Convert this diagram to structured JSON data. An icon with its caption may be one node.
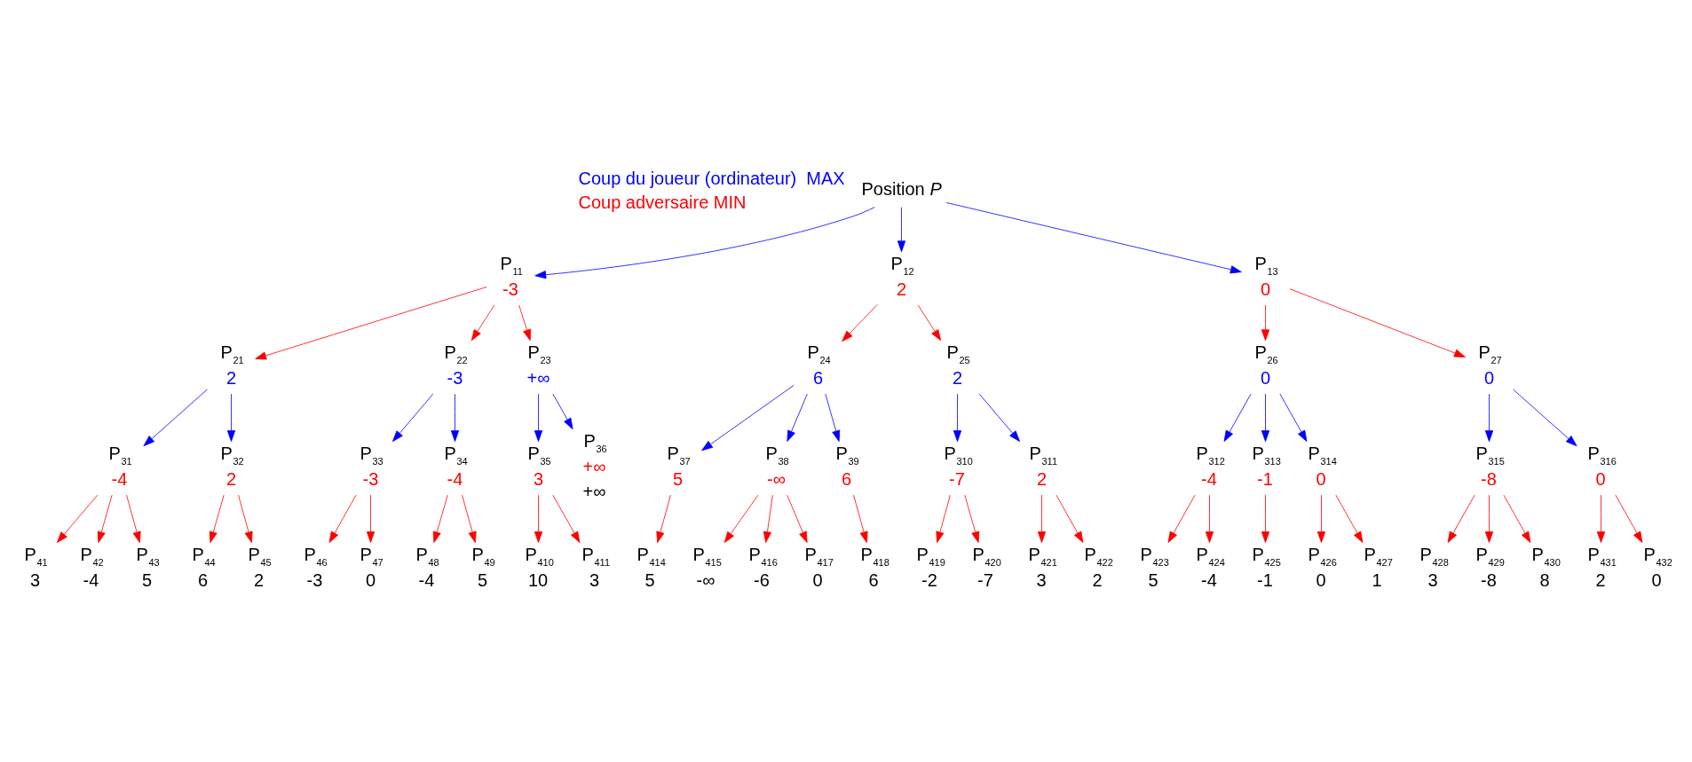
{
  "diagram": {
    "nodes": [
      {
        "text": [
          "Position *P*"
        ]
      },
      {
        "text": [
          "P$_{11}$",
          "-3"
        ]
      },
      {
        "text": [
          "P$_{12}$",
          "2"
        ]
      },
      {
        "text": [
          "P$_{13}$",
          "0"
        ]
      },
      {
        "text": [
          "P$_{21}$",
          "2"
        ]
      },
      {
        "text": [
          "P$_{22}$",
          "-3"
        ]
      },
      {
        "text": [
          "P$_{23}$",
          "+∞"
        ]
      },
      {
        "text": [
          "P$_{24}$",
          "6"
        ]
      },
      {
        "text": [
          "P$_{25}$",
          "2"
        ]
      },
      {
        "text": [
          "P$_{26}$",
          "0"
        ]
      },
      {
        "text": [
          "P$_{27}$",
          "0"
        ]
      },
      {
        "text": [
          "P$_{31}$",
          "-4"
        ]
      },
      {
        "text": [
          "P$_{32}$",
          "2"
        ]
      },
      {
        "text": [
          "P$_{33}$",
          "-3"
        ]
      },
      {
        "text": [
          "P$_{34}$",
          "-4"
        ]
      },
      {
        "text": [
          "P$_{35}$",
          "3"
        ]
      },
      {
        "text": [
          "P$_{36}$",
          "+∞"
        ],
        "beside": [
          "+∞"
        ]
      },
      {
        "text": [
          "P$_{37}$",
          "5"
        ]
      },
      {
        "text": [
          "P$_{38}$",
          "-∞"
        ]
      },
      {
        "text": [
          "P$_{39}$",
          "6"
        ]
      },
      {
        "text": [
          "P$_{310}$",
          "-7"
        ]
      },
      {
        "text": [
          "P$_{311}$",
          "2"
        ]
      },
      {
        "text": [
          "P$_{312}$",
          "-4"
        ]
      },
      {
        "text": [
          "P$_{313}$",
          "-1"
        ]
      },
      {
        "text": [
          "P$_{314}$",
          "0"
        ]
      },
      {
        "text": [
          "P$_{315}$",
          "-8"
        ]
      },
      {
        "text": [
          "P$_{316}$",
          "0"
        ]
      },
      {
        "text": [
          "P$_{41}$",
          "3"
        ]
      },
      {
        "text": [
          "P$_{42}$",
          "-4"
        ]
      },
      {
        "text": [
          "P$_{43}$",
          "5"
        ]
      },
      {
        "text": [
          "P$_{44}$",
          "6"
        ]
      },
      {
        "text": [
          "P$_{45}$",
          "2"
        ]
      },
      {
        "text": [
          "P$_{46}$",
          "-3"
        ]
      },
      {
        "text": [
          "P$_{47}$",
          "0"
        ]
      },
      {
        "text": [
          "P$_{48}$",
          "-4"
        ]
      },
      {
        "text": [
          "P$_{49}$",
          "5"
        ]
      },
      {
        "text": [
          "P$_{410}$",
          "10"
        ]
      },
      {
        "text": [
          "P$_{411}$",
          "3"
        ]
      },
      {
        "text": [
          "P$_{414}$",
          "5"
        ]
      },
      {
        "text": [
          "P$_{415}$",
          "-∞"
        ]
      },
      {
        "text": [
          "P$_{416}$",
          "-6"
        ]
      },
      {
        "text": [
          "P$_{417}$",
          "0"
        ]
      },
      {
        "text": [
          "P$_{418}$",
          "6"
        ]
      },
      {
        "text": [
          "P$_{419}$",
          "-2"
        ]
      },
      {
        "text": [
          "P$_{420}$",
          "-7"
        ]
      },
      {
        "text": [
          "P$_{421}$",
          "3"
        ]
      },
      {
        "text": [
          "P$_{422}$",
          "2"
        ]
      },
      {
        "text": [
          "P$_{423}$",
          "5"
        ]
      },
      {
        "text": [
          "P$_{424}$",
          "-4"
        ]
      },
      {
        "text": [
          "P$_{425}$",
          "-1"
        ]
      },
      {
        "text": [
          "P$_{426}$",
          "0"
        ]
      },
      {
        "text": [
          "P$_{427}$",
          "1"
        ]
      },
      {
        "text": [
          "P$_{428}$",
          "3"
        ]
      },
      {
        "text": [
          "P$_{429}$",
          "-8"
        ]
      },
      {
        "text": [
          "P$_{430}$",
          "8"
        ]
      },
      {
        "text": [
          "P$_{431}$",
          "2"
        ]
      },
      {
        "text": [
          "P$_{432}$",
          "0"
        ]
      }
    ],
    "edges": [
      {
        "from": 0,
        "to": 1,
        "arrow": "to",
        "color": "#0000ff"
      },
      {
        "from": 0,
        "to": 2,
        "arrow": "to",
        "color": "#0000ff"
      },
      {
        "from": 0,
        "to": 3,
        "arrow": "to",
        "color": "#0000ff"
      },
      {
        "from": 1,
        "to": 4,
        "arrow": "to"
      },
      {
        "from": 1,
        "to": 5,
        "arrow": "to"
      },
      {
        "from": 1,
        "to": 6,
        "arrow": "to"
      },
      {
        "from": 2,
        "to": 7,
        "arrow": "to"
      },
      {
        "from": 2,
        "to": 8,
        "arrow": "to"
      },
      {
        "from": 3,
        "to": 9,
        "arrow": "to"
      },
      {
        "from": 3,
        "to": 10,
        "arrow": "to"
      },
      {
        "from": 4,
        "to": 11,
        "arrow": "to",
        "color": "#0000ff"
      },
      {
        "from": 4,
        "to": 12,
        "arrow": "to",
        "color": "#0000ff"
      },
      {
        "from": 5,
        "to": 13,
        "arrow": "to",
        "color": "#0000ff"
      },
      {
        "from": 5,
        "to": 14,
        "arrow": "to",
        "color": "#0000ff"
      },
      {
        "from": 6,
        "to": 15,
        "arrow": "to",
        "color": "#0000ff"
      },
      {
        "from": 6,
        "to": 16,
        "arrow": "to",
        "color": "#0000ff"
      },
      {
        "from": 7,
        "to": 17,
        "arrow": "to",
        "color": "#0000ff"
      },
      {
        "from": 7,
        "to": 18,
        "arrow": "to",
        "color": "#0000ff"
      },
      {
        "from": 7,
        "to": 19,
        "arrow": "to",
        "color": "#0000ff"
      },
      {
        "from": 8,
        "to": 20,
        "arrow": "to",
        "color": "#0000ff"
      },
      {
        "from": 8,
        "to": 21,
        "arrow": "to",
        "color": "#0000ff"
      },
      {
        "from": 9,
        "to": 22,
        "arrow": "to",
        "color": "#0000ff"
      },
      {
        "from": 9,
        "to": 23,
        "arrow": "to",
        "color": "#0000ff"
      },
      {
        "from": 9,
        "to": 24,
        "arrow": "to",
        "color": "#0000ff"
      },
      {
        "from": 10,
        "to": 25,
        "arrow": "to",
        "color": "#0000ff"
      },
      {
        "from": 10,
        "to": 26,
        "arrow": "to",
        "color": "#0000ff"
      },
      {
        "from": 11,
        "to": 27,
        "arrow": "to"
      },
      {
        "from": 11,
        "to": 28,
        "arrow": "to"
      },
      {
        "from": 11,
        "to": 29,
        "arrow": "to"
      },
      {
        "from": 12,
        "to": 30,
        "arrow": "to"
      },
      {
        "from": 12,
        "to": 31,
        "arrow": "to"
      },
      {
        "from": 13,
        "to": 32,
        "arrow": "to"
      },
      {
        "from": 13,
        "to": 33,
        "arrow": "to"
      },
      {
        "from": 14,
        "to": 34,
        "arrow": "to"
      },
      {
        "from": 14,
        "to": 35,
        "arrow": "to"
      },
      {
        "from": 15,
        "to": 36,
        "arrow": "to"
      },
      {
        "from": 15,
        "to": 37,
        "arrow": "to"
      },
      {
        "from": 17,
        "to": 38,
        "arrow": "to"
      },
      {
        "from": 18,
        "to": 39,
        "arrow": "to"
      },
      {
        "from": 18,
        "to": 40,
        "arrow": "to"
      },
      {
        "from": 18,
        "to": 41,
        "arrow": "to"
      },
      {
        "from": 19,
        "to": 42,
        "arrow": "to"
      },
      {
        "from": 20,
        "to": 43,
        "arrow": "to"
      },
      {
        "from": 20,
        "to": 44,
        "arrow": "to"
      },
      {
        "from": 21,
        "to": 45,
        "arrow": "to"
      },
      {
        "from": 21,
        "to": 46,
        "arrow": "to"
      },
      {
        "from": 22,
        "to": 47,
        "arrow": "to"
      },
      {
        "from": 22,
        "to": 48,
        "arrow": "to"
      },
      {
        "from": 23,
        "to": 49,
        "arrow": "to"
      },
      {
        "from": 24,
        "to": 50,
        "arrow": "to"
      },
      {
        "from": 24,
        "to": 51,
        "arrow": "to"
      },
      {
        "from": 25,
        "to": 52,
        "arrow": "to"
      },
      {
        "from": 25,
        "to": 53,
        "arrow": "to"
      },
      {
        "from": 25,
        "to": 54,
        "arrow": "to"
      },
      {
        "from": 26,
        "to": 55,
        "arrow": "to"
      },
      {
        "from": 26,
        "to": 56,
        "arrow": "to"
      }
    ],
    "legend": [
      {
        "text": "Coup du joueur (ordinateur)  MAX",
        "color": "#0000ff"
      },
      {
        "text": "Coup adversaire MIN",
        "color": "#ff0000"
      }
    ]
  }
}
